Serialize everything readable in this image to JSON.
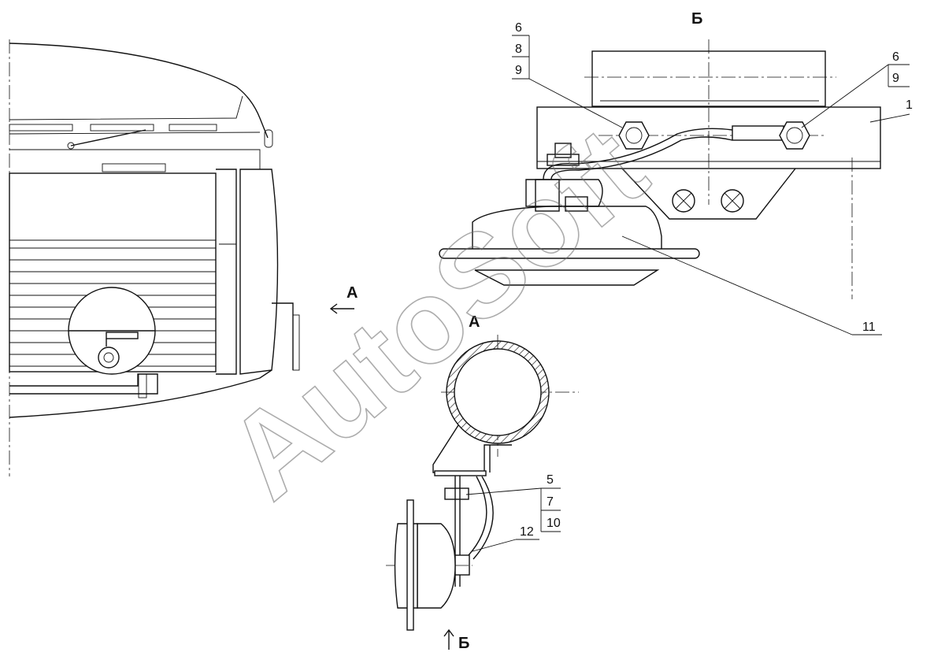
{
  "views": {
    "a": {
      "arrow_label": "А",
      "section_label": "А"
    },
    "b": {
      "title": "Б",
      "arrow_label": "Б"
    }
  },
  "callouts": {
    "upper_left": [
      "6",
      "8",
      "9"
    ],
    "upper_right": [
      "6",
      "9"
    ],
    "part_1": "1",
    "part_11": "11",
    "lower_stack": [
      "5",
      "7",
      "10"
    ],
    "part_12": "12"
  },
  "watermark": "AutoSoft",
  "colors": {
    "line": "#111111",
    "watermark": "#6a6a6a",
    "background": "#ffffff"
  }
}
